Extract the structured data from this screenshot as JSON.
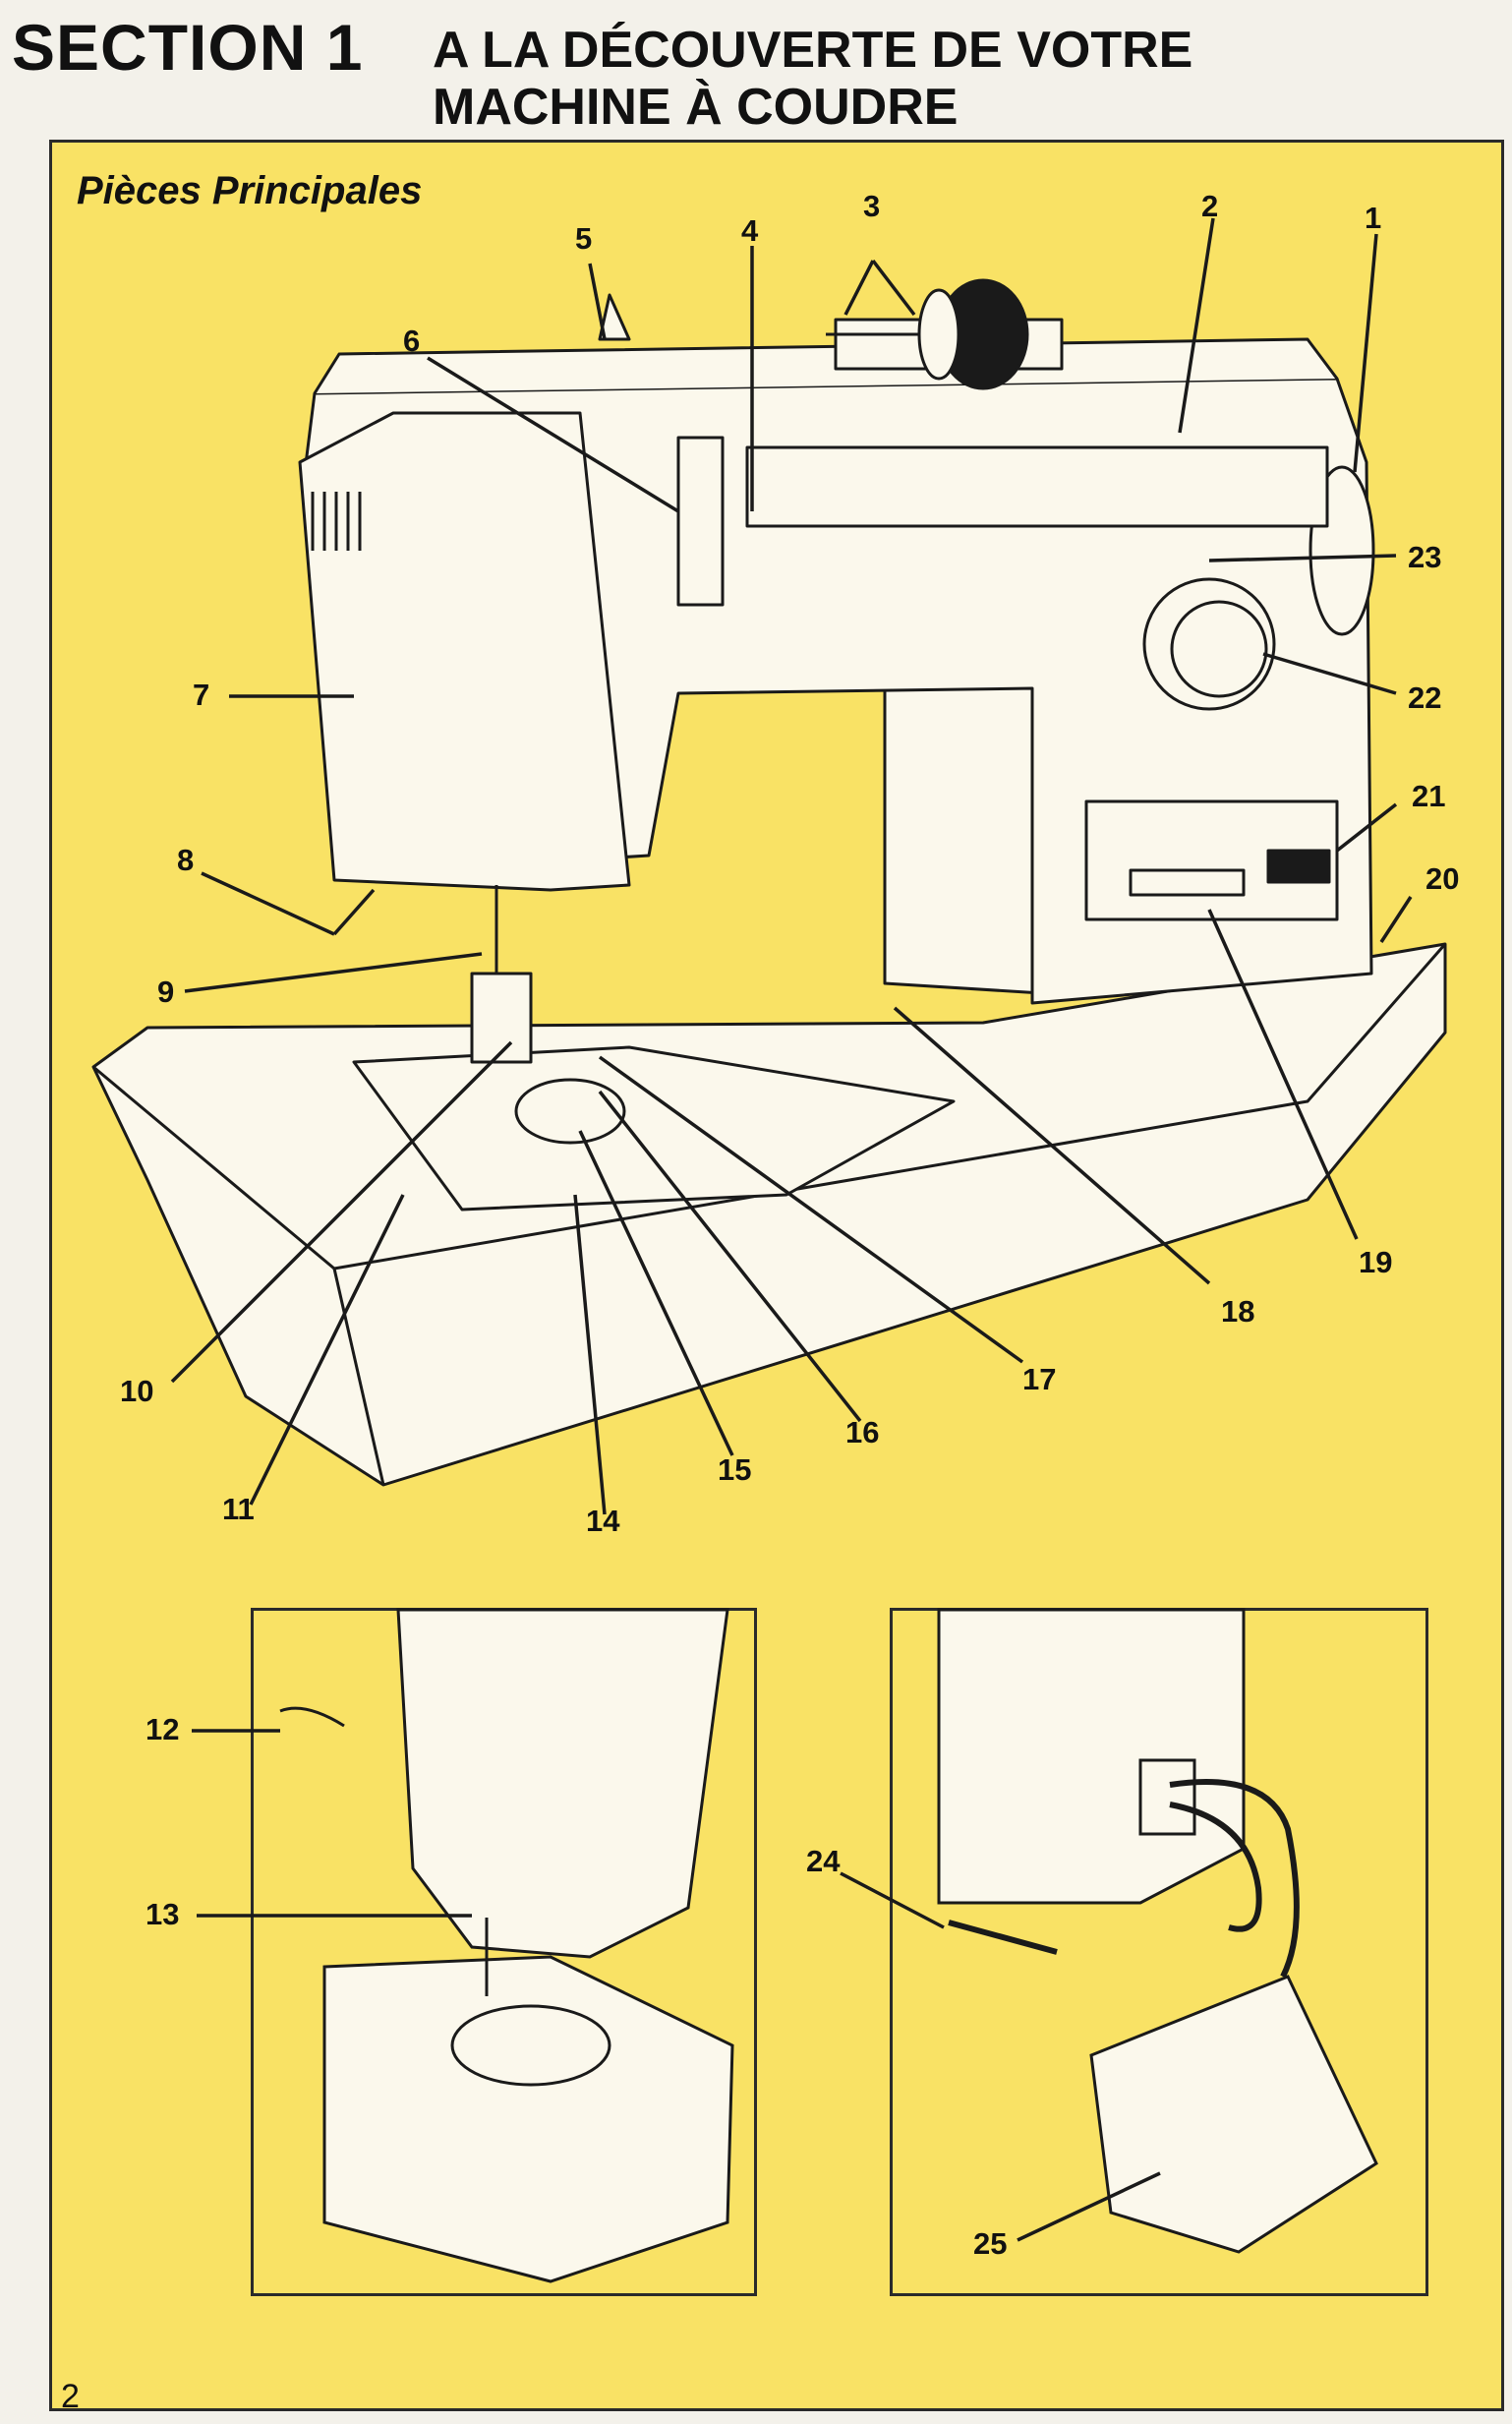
{
  "header": {
    "section_number": "SECTION 1",
    "title_line1": "A LA DÉCOUVERTE DE VOTRE",
    "title_line2": "MACHINE À COUDRE"
  },
  "panel": {
    "title": "Pièces Principales"
  },
  "callouts": {
    "c1": "1",
    "c2": "2",
    "c3": "3",
    "c4": "4",
    "c5": "5",
    "c6": "6",
    "c7": "7",
    "c8": "8",
    "c9": "9",
    "c10": "10",
    "c11": "11",
    "c12": "12",
    "c13": "13",
    "c14": "14",
    "c15": "15",
    "c16": "16",
    "c17": "17",
    "c18": "18",
    "c19": "19",
    "c20": "20",
    "c21": "21",
    "c22": "22",
    "c23": "23",
    "c24": "24",
    "c25": "25"
  },
  "page_number": "2",
  "colors": {
    "panel_background": "#f9e265",
    "line_art": "#1a1a1a",
    "machine_body": "#fbf8ec"
  }
}
